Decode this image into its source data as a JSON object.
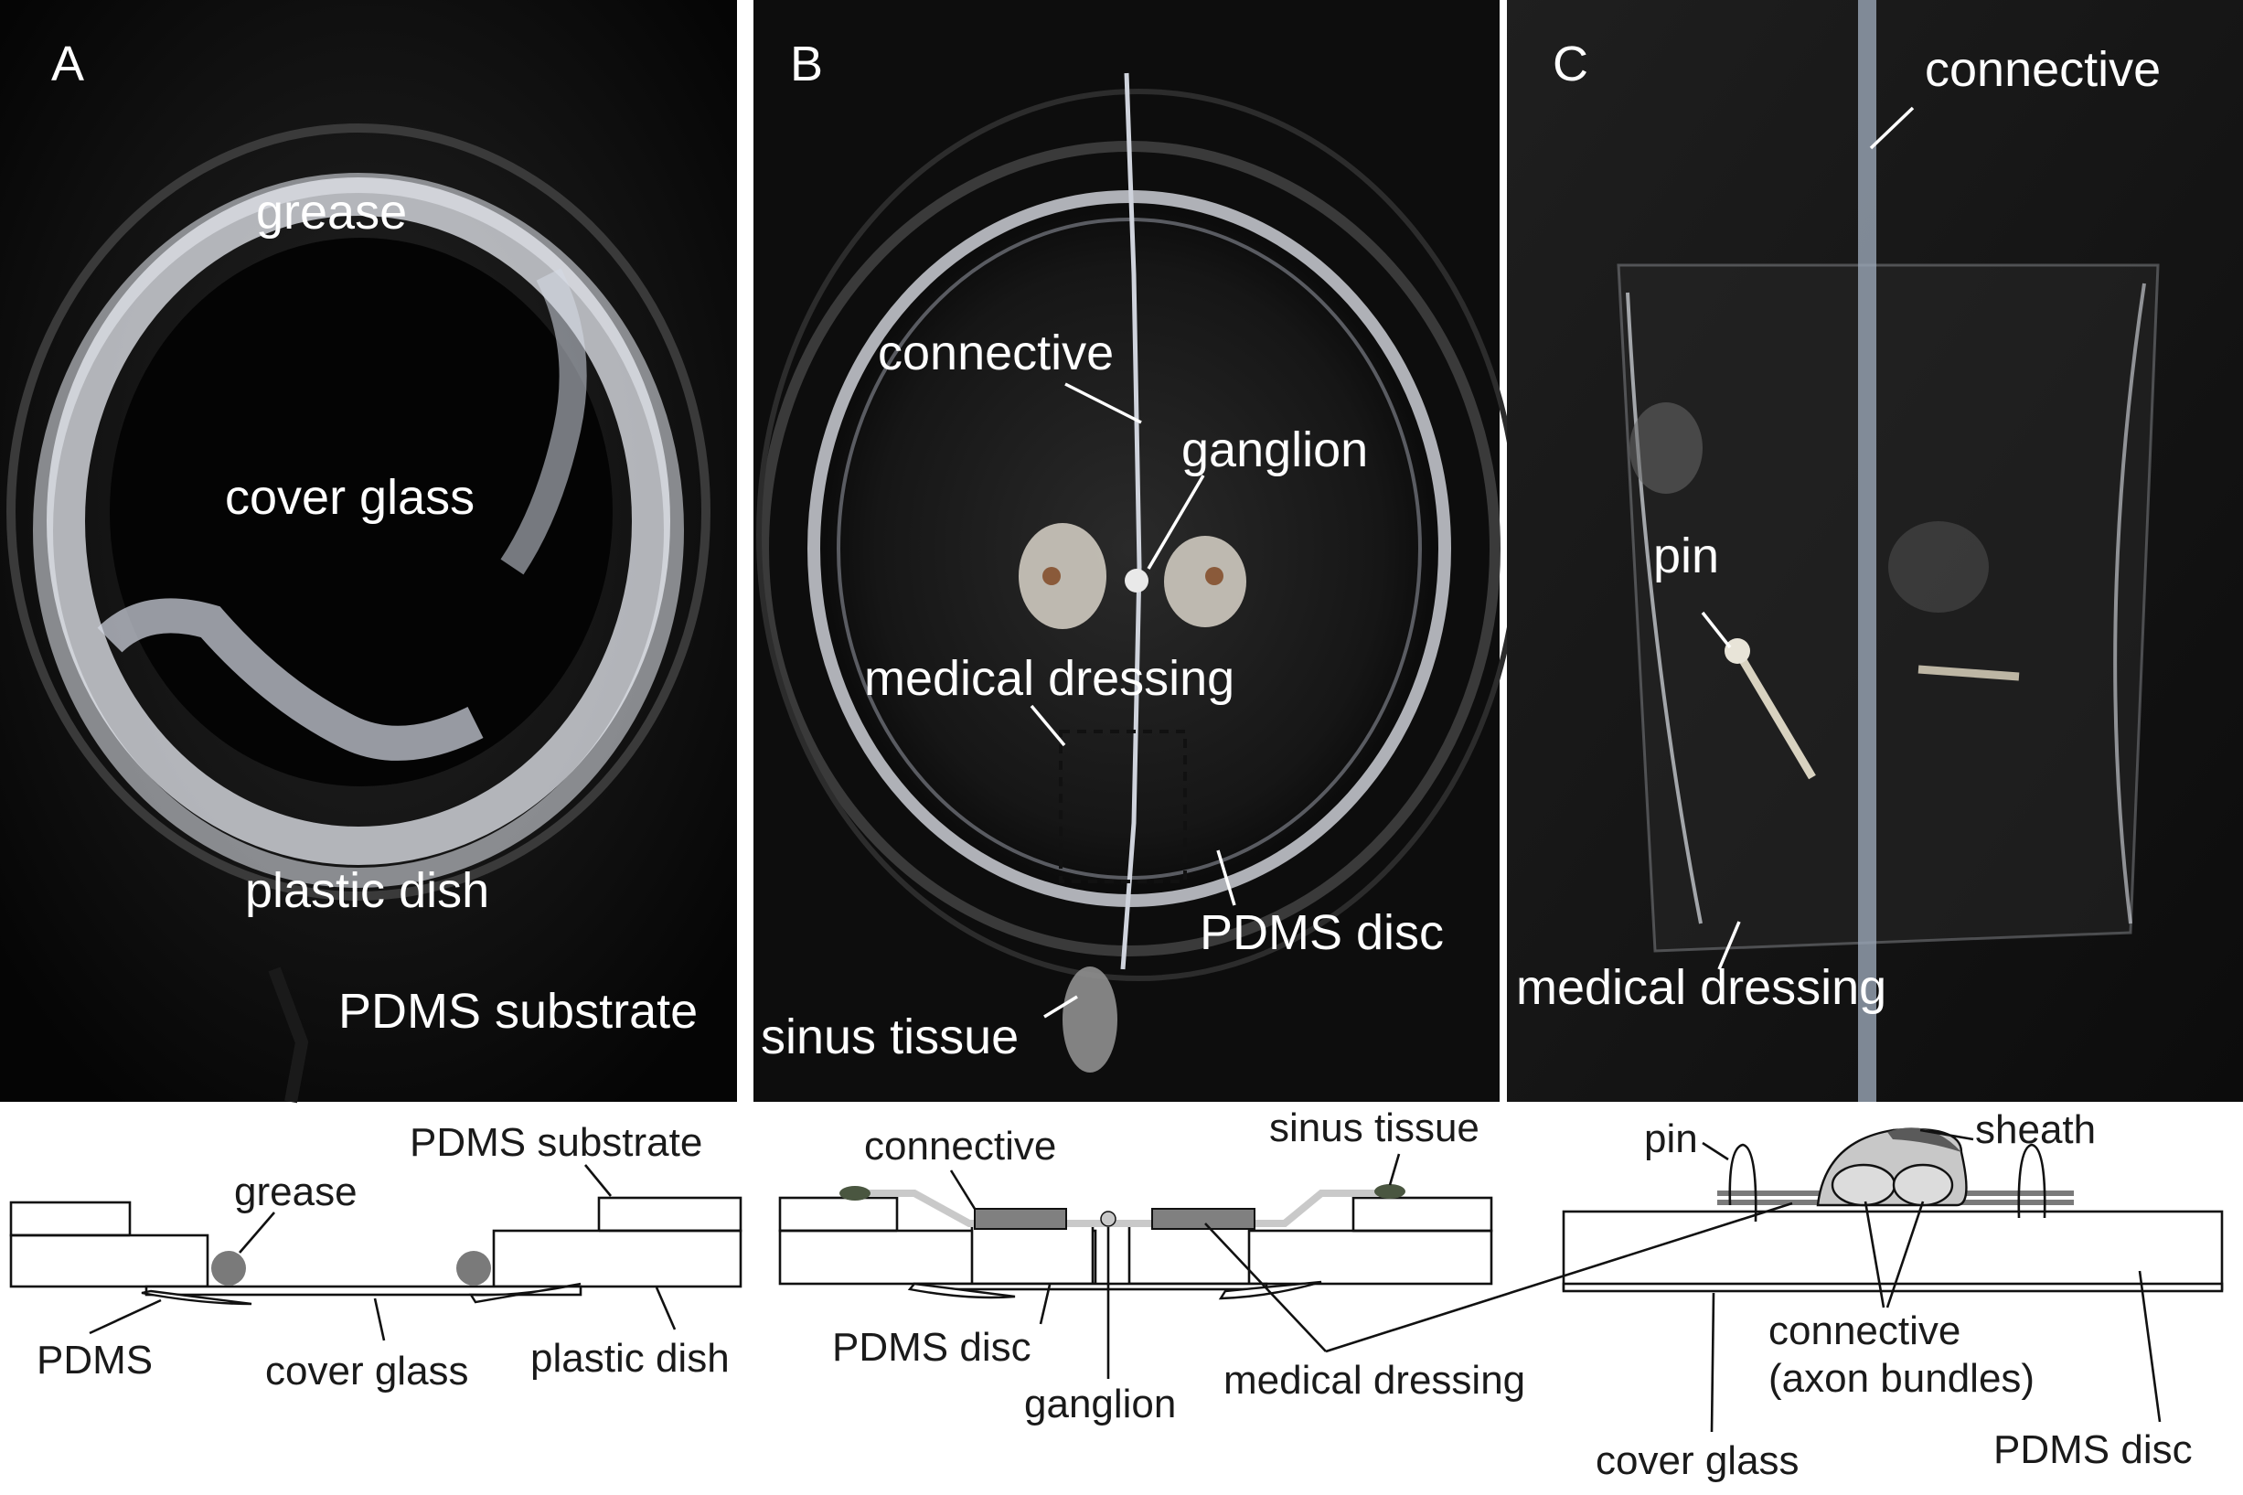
{
  "panels": {
    "a": {
      "letter": "A",
      "photo_labels": {
        "grease": "grease",
        "cover_glass": "cover glass",
        "plastic_dish": "plastic dish",
        "pdms_substrate": "PDMS substrate"
      },
      "schematic_labels": {
        "pdms_substrate": "PDMS substrate",
        "grease": "grease",
        "pdms": "PDMS",
        "cover_glass": "cover glass",
        "plastic_dish": "plastic dish"
      }
    },
    "b": {
      "letter": "B",
      "photo_labels": {
        "connective": "connective",
        "ganglion": "ganglion",
        "medical_dressing": "medical dressing",
        "pdms_disc": "PDMS disc",
        "sinus_tissue": "sinus tissue"
      },
      "schematic_labels": {
        "connective": "connective",
        "sinus_tissue": "sinus tissue",
        "pdms_disc": "PDMS disc",
        "ganglion": "ganglion",
        "medical_dressing": "medical dressing"
      }
    },
    "c": {
      "letter": "C",
      "photo_labels": {
        "connective": "connective",
        "pin": "pin",
        "medical_dressing": "medical dressing"
      },
      "schematic_labels": {
        "pin": "pin",
        "sheath": "sheath",
        "connective_line1": "connective",
        "connective_line2": "(axon bundles)",
        "cover_glass": "cover glass",
        "pdms_disc": "PDMS disc"
      }
    }
  },
  "colors": {
    "photo_background": "#0b0b0b",
    "schematic_line": "#111111",
    "grease_fill": "#7a7a7a",
    "dressing_fill": "#808080",
    "tissue_fill": "#4a5640",
    "sheath_fill": "#5a5a5a",
    "ganglion_fill": "#c9c9c9"
  }
}
